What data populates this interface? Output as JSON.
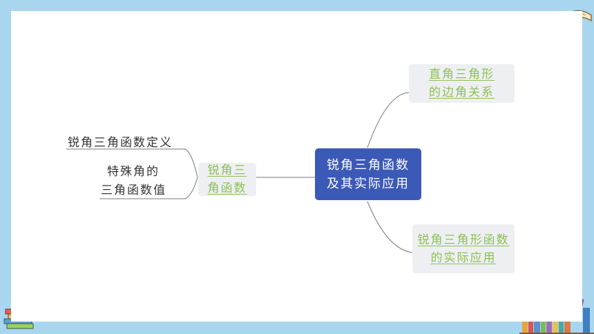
{
  "center": {
    "lines": [
      "锐角三角函数",
      "及其实际应用"
    ]
  },
  "branches": {
    "top_right": {
      "lines": [
        "直角三角形",
        "的边角关系"
      ]
    },
    "bottom_right": {
      "lines": [
        "锐角三角形函数",
        "的实际应用"
      ]
    },
    "left": {
      "lines": [
        "锐角三",
        "角函数"
      ]
    }
  },
  "left_children": {
    "definition": "锐角三角函数定义",
    "special": {
      "lines": [
        "特殊角的",
        "三角函数值"
      ]
    }
  },
  "colors": {
    "frame": "#a9d6ef",
    "center": "#3b5ab8",
    "link": "#8cc152",
    "node_bg": "#eeeff2"
  },
  "decorations": [
    "open-book-icon",
    "book-stack-icon",
    "bookshelf-icon"
  ]
}
